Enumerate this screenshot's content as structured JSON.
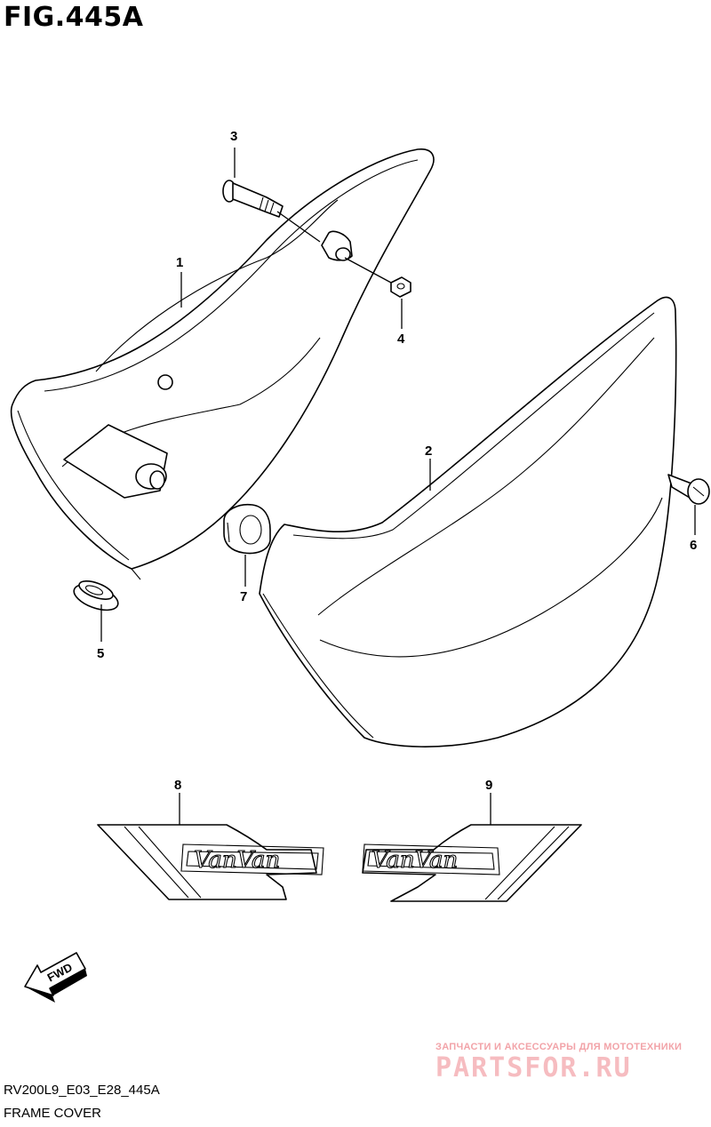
{
  "figure": {
    "title": "FIG.445A"
  },
  "callouts": [
    {
      "id": "1",
      "label": "1"
    },
    {
      "id": "2",
      "label": "2"
    },
    {
      "id": "3",
      "label": "3"
    },
    {
      "id": "4",
      "label": "4"
    },
    {
      "id": "5",
      "label": "5"
    },
    {
      "id": "6",
      "label": "6"
    },
    {
      "id": "7",
      "label": "7"
    },
    {
      "id": "8",
      "label": "8"
    },
    {
      "id": "9",
      "label": "9"
    }
  ],
  "emblem": {
    "text": "VanVan"
  },
  "fwd_arrow": {
    "label": "FWD"
  },
  "footer": {
    "code": "RV200L9_E03_E28_445A",
    "caption": "FRAME COVER"
  },
  "watermark": {
    "line1": "ЗАПЧАСТИ И АКСЕССУАРЫ ДЛЯ МОТОТЕХНИКИ",
    "brand": "PARTSFOR.RU"
  }
}
